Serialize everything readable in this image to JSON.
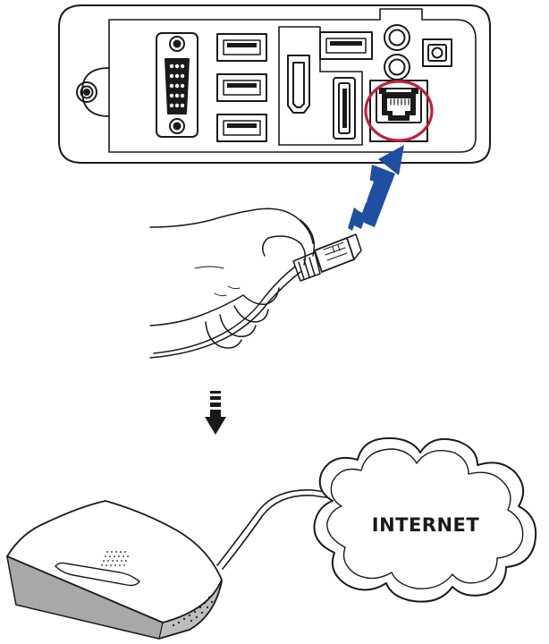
{
  "cloud": {
    "label": "INTERNET"
  },
  "colors": {
    "line": "#1a1a1a",
    "highlight_circle": "#c0203a",
    "arrow_blue": "#1f4fa0",
    "cloud_fill": "#ffffff",
    "modem_shade": "#bdbdbd"
  },
  "icons": {
    "panel": "rear-io-panel",
    "hand": "hand-holding-ethernet-cable",
    "down_arrow": "down-arrow-icon",
    "plug_arrow": "insert-arrow-icon",
    "modem": "modem-router",
    "cloud": "internet-cloud"
  }
}
